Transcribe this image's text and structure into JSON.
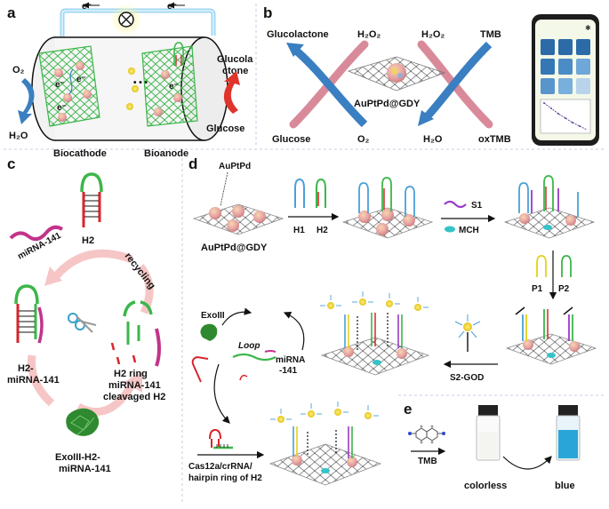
{
  "panels": {
    "a": {
      "letter": "a",
      "electron_left": "e⁻",
      "electron_right": "e⁻",
      "o2": "O₂",
      "h2o": "H₂O",
      "glucolactone_line1": "Glucola",
      "glucolactone_line2": "ctone",
      "glucose": "Glucose",
      "biocathode": "Biocathode",
      "bioanode": "Bioanode",
      "inner_e": "e⁻"
    },
    "b": {
      "letter": "b",
      "glucolactone": "Glucolactone",
      "h2o2_left": "H₂O₂",
      "h2o2_right": "H₂O₂",
      "tmb": "TMB",
      "catalyst": "AuPtPd@GDY",
      "glucose": "Glucose",
      "o2": "O₂",
      "h2o": "H₂O",
      "oxtmb": "oxTMB",
      "bluetooth": "✱"
    },
    "c": {
      "letter": "c",
      "h2": "H2",
      "mirna": "miRNA-141",
      "recycling": "recycling",
      "h2_mirna_line1": "H2-",
      "h2_mirna_line2": "miRNA-141",
      "ring_line1": "H2 ring",
      "ring_line2": "miRNA-141",
      "ring_line3": "cleavaged H2",
      "complex_line1": "ExoIII-H2-",
      "complex_line2": "miRNA-141"
    },
    "d": {
      "letter": "d",
      "auptpd": "AuPtPd",
      "auptpd_gdy": "AuPtPd@GDY",
      "h1": "H1",
      "h2": "H2",
      "s1": "S1",
      "mch": "MCH",
      "p1": "P1",
      "p2": "P2",
      "exoiii": "ExoIII",
      "loop": "Loop",
      "mirna_line1": "miRNA",
      "mirna_line2": "-141",
      "s2_god": "S2-GOD",
      "cas_line1": "Cas12a/crRNA/",
      "cas_line2": "hairpin ring of H2"
    },
    "e": {
      "letter": "e",
      "tmb": "TMB",
      "colorless": "colorless",
      "blue": "blue"
    }
  },
  "colors": {
    "arrow_blue": "#3a7fc1",
    "arrow_pink": "#d98a9a",
    "arrow_red": "#e0342a",
    "hairpin_green": "#3cb64a",
    "hairpin_red": "#d8262a",
    "mirna_magenta": "#c2338a",
    "wire_blue": "#9fd6f2",
    "graphdiyne_grey": "#8a8a8a",
    "solution_blue": "#2aa5d8"
  }
}
